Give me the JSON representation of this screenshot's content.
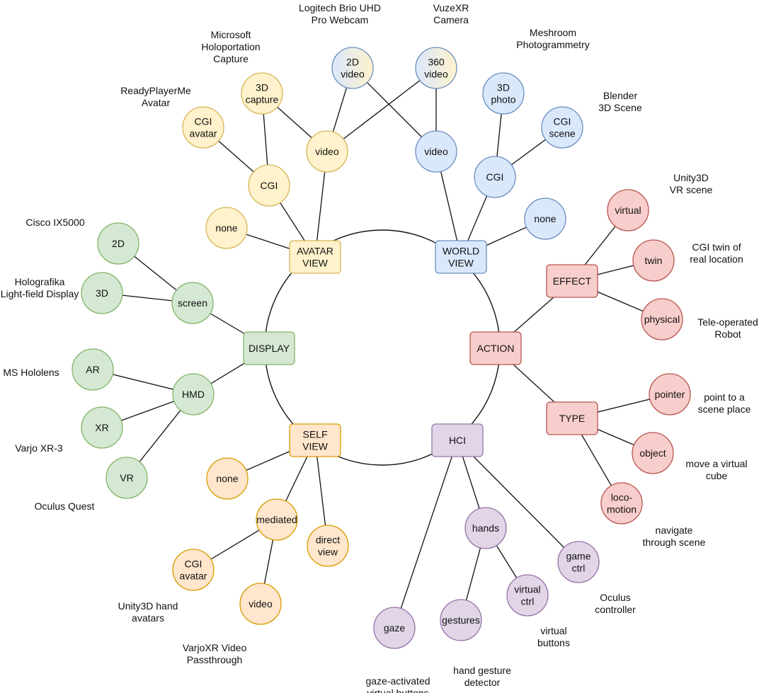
{
  "palette": {
    "yellow": {
      "fill": "#fff2cc",
      "stroke": "#d6b656"
    },
    "blue": {
      "fill": "#dae8fc",
      "stroke": "#6c8ebf"
    },
    "green": {
      "fill": "#d5e8d4",
      "stroke": "#82b366"
    },
    "red": {
      "fill": "#f8cecc",
      "stroke": "#b85450"
    },
    "orange": {
      "fill": "#ffe6cc",
      "stroke": "#d79b00"
    },
    "purple": {
      "fill": "#e1d5e7",
      "stroke": "#9673a6"
    },
    "line": "#111111"
  },
  "categories": [
    {
      "id": "avatar_view",
      "lines": [
        "AVATAR",
        "VIEW"
      ],
      "color": "yellow"
    },
    {
      "id": "world_view",
      "lines": [
        "WORLD",
        "VIEW"
      ],
      "color": "blue"
    },
    {
      "id": "display",
      "lines": [
        "DISPLAY"
      ],
      "color": "green"
    },
    {
      "id": "action",
      "lines": [
        "ACTION"
      ],
      "color": "red"
    },
    {
      "id": "self_view",
      "lines": [
        "SELF",
        "VIEW"
      ],
      "color": "orange"
    },
    {
      "id": "hci",
      "lines": [
        "HCI"
      ],
      "color": "purple"
    },
    {
      "id": "effect",
      "lines": [
        "EFFECT"
      ],
      "color": "red"
    },
    {
      "id": "type",
      "lines": [
        "TYPE"
      ],
      "color": "red"
    }
  ],
  "nodes": [
    {
      "id": "av_2dvideo",
      "lines": [
        "2D",
        "video"
      ],
      "color": "gradient"
    },
    {
      "id": "av_360video",
      "lines": [
        "360",
        "video"
      ],
      "color": "gradient"
    },
    {
      "id": "av_3dcapture",
      "lines": [
        "3D",
        "capture"
      ],
      "color": "yellow"
    },
    {
      "id": "av_cgiavatar",
      "lines": [
        "CGI",
        "avatar"
      ],
      "color": "yellow"
    },
    {
      "id": "av_video",
      "lines": [
        "video"
      ],
      "color": "yellow"
    },
    {
      "id": "av_cgi",
      "lines": [
        "CGI"
      ],
      "color": "yellow"
    },
    {
      "id": "av_none",
      "lines": [
        "none"
      ],
      "color": "yellow"
    },
    {
      "id": "wv_video",
      "lines": [
        "video"
      ],
      "color": "blue"
    },
    {
      "id": "wv_3dphoto",
      "lines": [
        "3D",
        "photo"
      ],
      "color": "blue"
    },
    {
      "id": "wv_cgiscene",
      "lines": [
        "CGI",
        "scene"
      ],
      "color": "blue"
    },
    {
      "id": "wv_cgi",
      "lines": [
        "CGI"
      ],
      "color": "blue"
    },
    {
      "id": "wv_none",
      "lines": [
        "none"
      ],
      "color": "blue"
    },
    {
      "id": "d_2d",
      "lines": [
        "2D"
      ],
      "color": "green"
    },
    {
      "id": "d_3d",
      "lines": [
        "3D"
      ],
      "color": "green"
    },
    {
      "id": "d_screen",
      "lines": [
        "screen"
      ],
      "color": "green"
    },
    {
      "id": "d_ar",
      "lines": [
        "AR"
      ],
      "color": "green"
    },
    {
      "id": "d_hmd",
      "lines": [
        "HMD"
      ],
      "color": "green"
    },
    {
      "id": "d_xr",
      "lines": [
        "XR"
      ],
      "color": "green"
    },
    {
      "id": "d_vr",
      "lines": [
        "VR"
      ],
      "color": "green"
    },
    {
      "id": "a_virtual",
      "lines": [
        "virtual"
      ],
      "color": "red"
    },
    {
      "id": "a_twin",
      "lines": [
        "twin"
      ],
      "color": "red"
    },
    {
      "id": "a_physical",
      "lines": [
        "physical"
      ],
      "color": "red"
    },
    {
      "id": "a_pointer",
      "lines": [
        "pointer"
      ],
      "color": "red"
    },
    {
      "id": "a_object",
      "lines": [
        "object"
      ],
      "color": "red"
    },
    {
      "id": "a_locomotion",
      "lines": [
        "loco-",
        "motion"
      ],
      "color": "red"
    },
    {
      "id": "s_none",
      "lines": [
        "none"
      ],
      "color": "orange"
    },
    {
      "id": "s_mediated",
      "lines": [
        "mediated"
      ],
      "color": "orange"
    },
    {
      "id": "s_directview",
      "lines": [
        "direct",
        "view"
      ],
      "color": "orange"
    },
    {
      "id": "s_cgiavatar",
      "lines": [
        "CGI",
        "avatar"
      ],
      "color": "orange"
    },
    {
      "id": "s_video",
      "lines": [
        "video"
      ],
      "color": "orange"
    },
    {
      "id": "h_hands",
      "lines": [
        "hands"
      ],
      "color": "purple"
    },
    {
      "id": "h_gamectrl",
      "lines": [
        "game",
        "ctrl"
      ],
      "color": "purple"
    },
    {
      "id": "h_virtualctrl",
      "lines": [
        "virtual",
        "ctrl"
      ],
      "color": "purple"
    },
    {
      "id": "h_gestures",
      "lines": [
        "gestures"
      ],
      "color": "purple"
    },
    {
      "id": "h_gaze",
      "lines": [
        "gaze"
      ],
      "color": "purple"
    }
  ],
  "edges": [
    [
      "avatar_view",
      "av_none"
    ],
    [
      "avatar_view",
      "av_cgi"
    ],
    [
      "avatar_view",
      "av_video"
    ],
    [
      "av_cgi",
      "av_cgiavatar"
    ],
    [
      "av_cgi",
      "av_3dcapture"
    ],
    [
      "av_video",
      "av_3dcapture"
    ],
    [
      "av_video",
      "av_2dvideo"
    ],
    [
      "av_video",
      "av_360video"
    ],
    [
      "wv_video",
      "av_2dvideo"
    ],
    [
      "wv_video",
      "av_360video"
    ],
    [
      "world_view",
      "wv_video"
    ],
    [
      "world_view",
      "wv_cgi"
    ],
    [
      "world_view",
      "wv_none"
    ],
    [
      "wv_cgi",
      "wv_3dphoto"
    ],
    [
      "wv_cgi",
      "wv_cgiscene"
    ],
    [
      "display",
      "d_screen"
    ],
    [
      "display",
      "d_hmd"
    ],
    [
      "d_screen",
      "d_2d"
    ],
    [
      "d_screen",
      "d_3d"
    ],
    [
      "d_hmd",
      "d_ar"
    ],
    [
      "d_hmd",
      "d_xr"
    ],
    [
      "d_hmd",
      "d_vr"
    ],
    [
      "action",
      "effect"
    ],
    [
      "action",
      "type"
    ],
    [
      "effect",
      "a_virtual"
    ],
    [
      "effect",
      "a_twin"
    ],
    [
      "effect",
      "a_physical"
    ],
    [
      "type",
      "a_pointer"
    ],
    [
      "type",
      "a_object"
    ],
    [
      "type",
      "a_locomotion"
    ],
    [
      "self_view",
      "s_none"
    ],
    [
      "self_view",
      "s_mediated"
    ],
    [
      "self_view",
      "s_directview"
    ],
    [
      "s_mediated",
      "s_cgiavatar"
    ],
    [
      "s_mediated",
      "s_video"
    ],
    [
      "hci",
      "h_gaze"
    ],
    [
      "hci",
      "h_hands"
    ],
    [
      "hci",
      "h_gamectrl"
    ],
    [
      "h_hands",
      "h_gestures"
    ],
    [
      "h_hands",
      "h_virtualctrl"
    ]
  ],
  "annotations": [
    {
      "id": "logitech",
      "lines": [
        "Logitech Brio UHD",
        "Pro Webcam"
      ]
    },
    {
      "id": "vuzexr",
      "lines": [
        "VuzeXR",
        "Camera"
      ]
    },
    {
      "id": "holoportation",
      "lines": [
        "Microsoft",
        "Holoportation",
        "Capture"
      ]
    },
    {
      "id": "meshroom",
      "lines": [
        "Meshroom",
        "Photogrammetry"
      ]
    },
    {
      "id": "readyplayerme",
      "lines": [
        "ReadyPlayerMe",
        "Avatar"
      ]
    },
    {
      "id": "blender",
      "lines": [
        "Blender",
        "3D Scene"
      ]
    },
    {
      "id": "unity_vr",
      "lines": [
        "Unity3D",
        "VR scene"
      ]
    },
    {
      "id": "cisco",
      "lines": [
        "Cisco IX5000"
      ]
    },
    {
      "id": "cgi_twin",
      "lines": [
        "CGI twin of",
        "real location"
      ]
    },
    {
      "id": "holografika",
      "lines": [
        "Holografika",
        "Light-field Display"
      ]
    },
    {
      "id": "teleop",
      "lines": [
        "Tele-operated",
        "Robot"
      ]
    },
    {
      "id": "hololens",
      "lines": [
        "MS Hololens"
      ]
    },
    {
      "id": "point_scene",
      "lines": [
        "point to a",
        "scene place"
      ]
    },
    {
      "id": "varjo_xr3",
      "lines": [
        "Varjo XR-3"
      ]
    },
    {
      "id": "move_cube",
      "lines": [
        "move a virtual",
        "cube"
      ]
    },
    {
      "id": "oculus_quest",
      "lines": [
        "Oculus Quest"
      ]
    },
    {
      "id": "navigate",
      "lines": [
        "navigate",
        "through scene"
      ]
    },
    {
      "id": "oculus_ctrl",
      "lines": [
        "Oculus",
        "controller"
      ]
    },
    {
      "id": "unity_hand",
      "lines": [
        "Unity3D hand",
        "avatars"
      ]
    },
    {
      "id": "virtual_buttons",
      "lines": [
        "virtual",
        "buttons"
      ]
    },
    {
      "id": "varjo_passthrough",
      "lines": [
        "VarjoXR Video",
        "Passthrough"
      ]
    },
    {
      "id": "hand_gesture",
      "lines": [
        "hand gesture",
        "detector"
      ]
    },
    {
      "id": "gaze_buttons",
      "lines": [
        "gaze-activated",
        "virtual buttons"
      ]
    }
  ]
}
